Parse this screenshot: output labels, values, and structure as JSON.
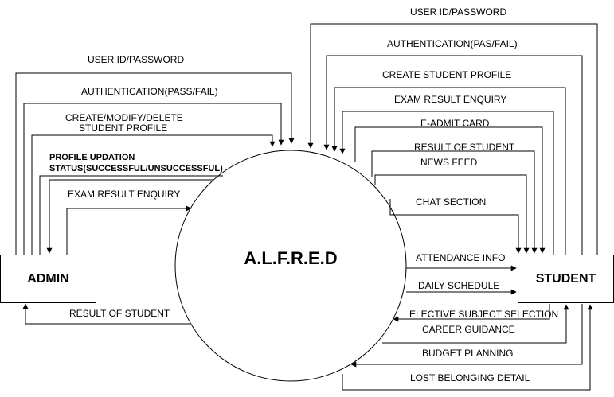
{
  "entities": {
    "admin": "ADMIN",
    "student": "STUDENT",
    "process": "A.L.F.R.E.D"
  },
  "flows": {
    "admin_user_id": "USER ID/PASSWORD",
    "admin_auth": "AUTHENTICATION(PASS/FAIL)",
    "admin_create_line1": "CREATE/MODIFY/DELETE",
    "admin_create_line2": "STUDENT PROFILE",
    "admin_profile_line1": "PROFILE UPDATION",
    "admin_profile_line2": "STATUS(SUCCESSFUL/UNSUCCESSFUL)",
    "admin_exam": "EXAM RESULT ENQUIRY",
    "admin_result": "RESULT OF STUDENT",
    "stu_user_id": "USER ID/PASSWORD",
    "stu_auth": "AUTHENTICATION(PAS/FAIL)",
    "stu_create": "CREATE STUDENT PROFILE",
    "stu_exam": "EXAM RESULT ENQUIRY",
    "stu_eadmit": "E-ADMIT CARD",
    "stu_result": "RESULT OF STUDENT",
    "stu_news": "NEWS FEED",
    "stu_chat": "CHAT SECTION",
    "stu_attendance": "ATTENDANCE INFO",
    "stu_schedule": "DAILY SCHEDULE",
    "stu_elective": "ELECTIVE SUBJECT SELECTION",
    "stu_career": "CAREER GUIDANCE",
    "stu_budget": "BUDGET PLANNING",
    "stu_lost": "LOST BELONGING DETAIL"
  }
}
